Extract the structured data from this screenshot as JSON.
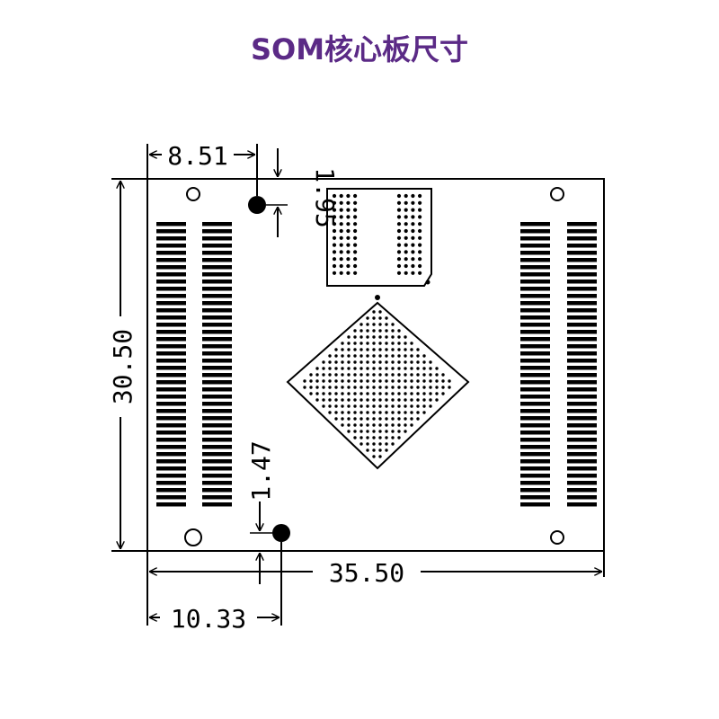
{
  "title": "SOM核心板尺寸",
  "colors": {
    "title": "#5b2a86",
    "line": "#000000",
    "background": "#ffffff"
  },
  "dimensions": {
    "width": "35.50",
    "height": "30.50",
    "hole_top_x": "8.51",
    "hole_top_y": "1.95",
    "hole_bottom_x": "10.33",
    "hole_bottom_y": "1.47"
  }
}
